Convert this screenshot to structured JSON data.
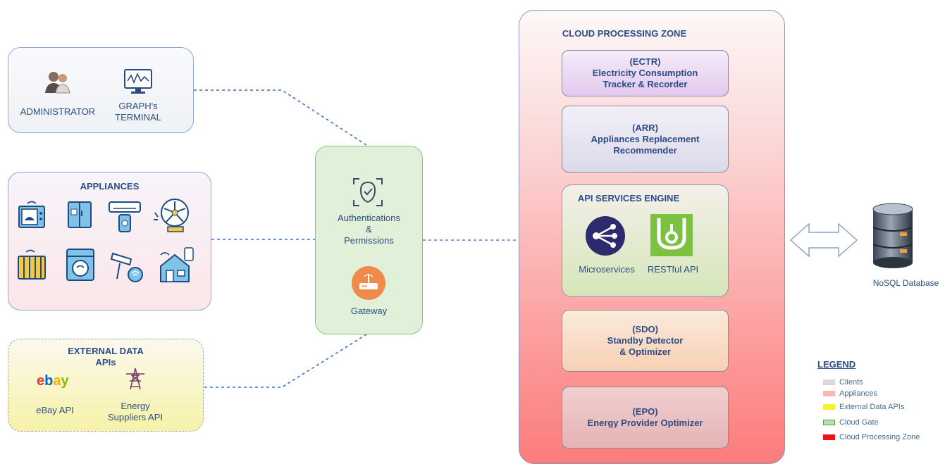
{
  "clients": {
    "administrator": "ADMINISTRATOR",
    "graphs_terminal_line1": "GRAPH's",
    "graphs_terminal_line2": "TERMINAL"
  },
  "appliances": {
    "title": "APPLIANCES",
    "icons": [
      "microwave-icon",
      "fridge-icon",
      "air-conditioner-icon",
      "fan-icon",
      "radiator-icon",
      "washing-machine-icon",
      "security-camera-icon",
      "smart-home-icon"
    ]
  },
  "external": {
    "title_line1": "EXTERNAL DATA",
    "title_line2": "APIs",
    "ebay_logo": "ebay",
    "ebay_label": "eBay API",
    "energy_line1": "Energy",
    "energy_line2": "Suppliers API"
  },
  "gate": {
    "auth_line1": "Authentications",
    "auth_line2": "&",
    "auth_line3": "Permissions",
    "gateway": "Gateway"
  },
  "cloud": {
    "title": "CLOUD PROCESSING ZONE",
    "ectr": {
      "code": "(ECTR)",
      "line1": "Electricity Consumption",
      "line2": "Tracker & Recorder"
    },
    "arr": {
      "code": "(ARR)",
      "line1": "Appliances Replacement",
      "line2": "Recommender"
    },
    "engine": {
      "title": "API SERVICES ENGINE",
      "microservices": "Microservices",
      "restful": "RESTful API"
    },
    "sdo": {
      "code": "(SDO)",
      "line1": "Standby Detector",
      "line2": "& Optimizer"
    },
    "epo": {
      "code": "(EPO)",
      "line1": "Energy Provider Optimizer"
    }
  },
  "database": {
    "label": "NoSQL Database"
  },
  "legend": {
    "title": "LEGEND",
    "items": [
      {
        "label": "Clients",
        "color": "#d9d9d9"
      },
      {
        "label": "Appliances",
        "color": "#f7b8b8"
      },
      {
        "label": "External Data APIs",
        "color": "#f7f030"
      },
      {
        "label": "Cloud Gate",
        "color": "#b8e0a8"
      },
      {
        "label": "Cloud Processing Zone",
        "color": "#e8141a"
      }
    ]
  }
}
